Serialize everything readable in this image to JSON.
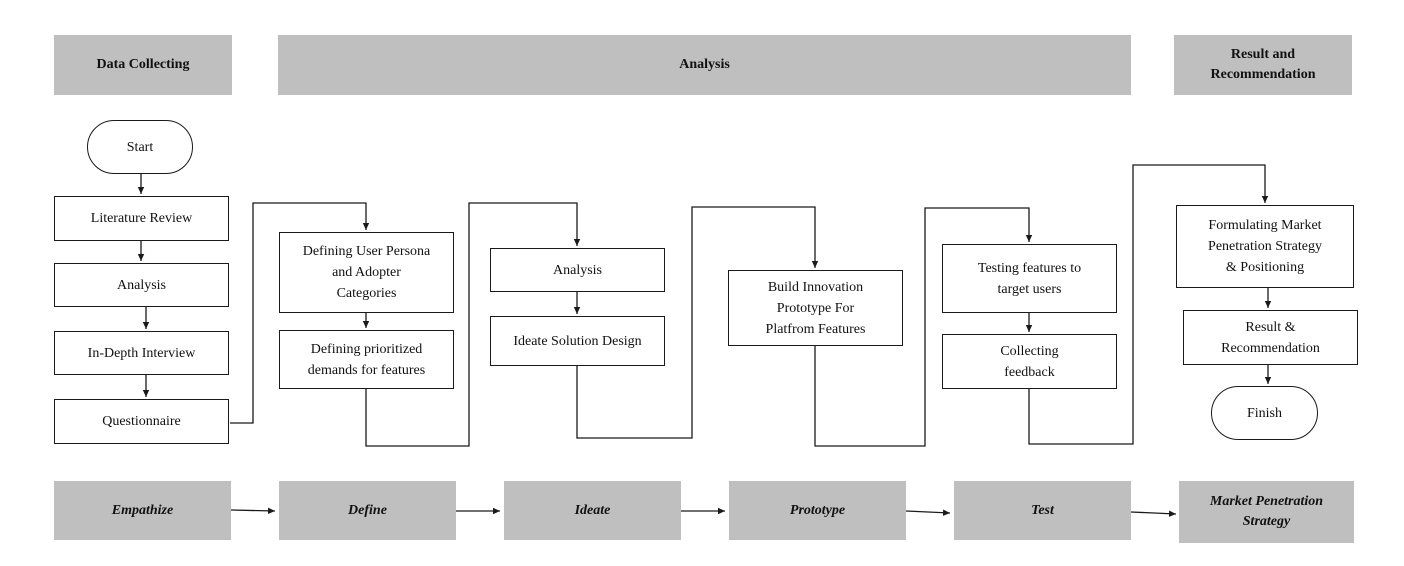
{
  "headers": {
    "data_collecting": "Data Collecting",
    "analysis": "Analysis",
    "result": "Result and\nRecommendation"
  },
  "nodes": {
    "start": "Start",
    "literature_review": "Literature Review",
    "analysis_1": "Analysis",
    "in_depth_interview": "In-Depth Interview",
    "questionnaire": "Questionnaire",
    "defining_user_persona": "Defining User Persona\nand Adopter\nCategories",
    "defining_prioritized": "Defining prioritized\ndemands for features",
    "analysis_2": "Analysis",
    "ideate_solution": "Ideate Solution Design",
    "build_prototype": "Build Innovation\nPrototype For\nPlatfrom Features",
    "testing_features": "Testing features to\ntarget users",
    "collecting_feedback": "Collecting\nfeedback",
    "formulating_market": "Formulating Market\nPenetration Strategy\n& Positioning",
    "result_recommendation": "Result &\nRecommendation",
    "finish": "Finish"
  },
  "stages": {
    "empathize": "Empathize",
    "define": "Define",
    "ideate": "Ideate",
    "prototype": "Prototype",
    "test": "Test",
    "market": "Market Penetration\nStrategy"
  },
  "colors": {
    "header_fill": "#bfbfbf",
    "line": "#1a1a1a"
  }
}
